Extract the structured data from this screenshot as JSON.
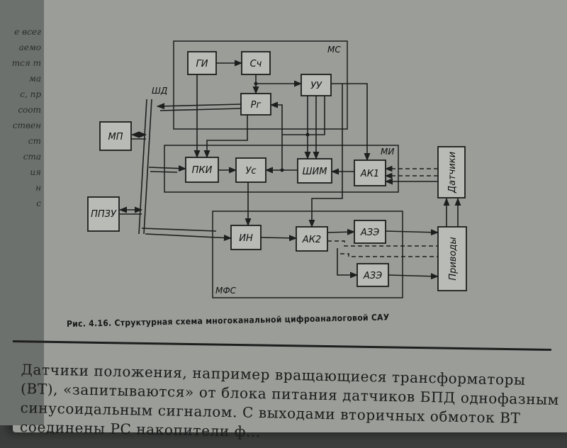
{
  "gutter_lines": [
    "е всег",
    "аемо",
    "тся т",
    "ма",
    "с, пр",
    "соот",
    "ствен",
    "ст",
    "ста",
    "ия",
    "н",
    "с"
  ],
  "blocks": {
    "gi": "ГИ",
    "sch": "Сч",
    "rg": "Рг",
    "uu": "УУ",
    "mp": "МП",
    "ppzu": "ППЗУ",
    "pki": "ПКИ",
    "us": "Ус",
    "shim": "ШИМ",
    "ak1": "АК1",
    "in": "ИН",
    "ak2": "АК2",
    "aze1": "АЗЭ",
    "aze2": "АЗЭ",
    "sensors": "Датчики",
    "drives": "Приводы"
  },
  "groups": {
    "ms": "МС",
    "mi": "МИ",
    "mfs": "МФС",
    "shd": "ШД"
  },
  "caption": "Рис. 4.16. Структурная схема многоканальной цифроаналоговой САУ",
  "body_lines": [
    "Датчики положения, например вращающиеся трансформаторы",
    "(ВТ), «запитываются» от блока питания датчиков БПД однофазным",
    "синусоидальным сигналом. С выходами вторичных обмоток ВТ",
    "соединены РС накопители ф..."
  ]
}
